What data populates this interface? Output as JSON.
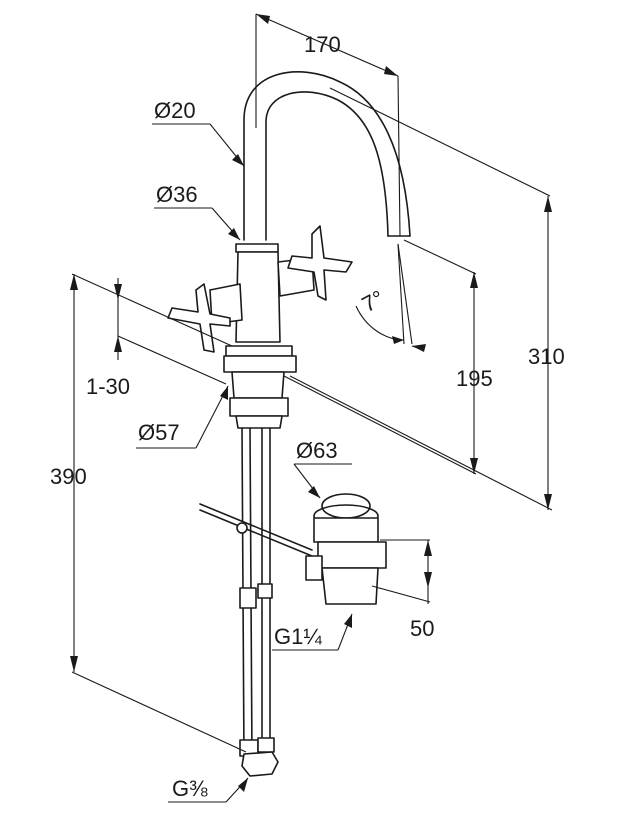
{
  "drawing": {
    "colors": {
      "line": "#1a1a1a",
      "background": "#ffffff"
    },
    "dimensions": {
      "reach": "170",
      "spout_diameter": "Ø20",
      "body_diameter": "Ø36",
      "tilt_angle": "7°",
      "outlet_height": "195",
      "total_height": "310",
      "deck_thickness": "1-30",
      "base_diameter": "Ø57",
      "hose_length": "390",
      "waste_diameter": "Ø63",
      "waste_thread": "G1¼",
      "waste_height": "50",
      "connection_thread": "G⅜"
    }
  }
}
